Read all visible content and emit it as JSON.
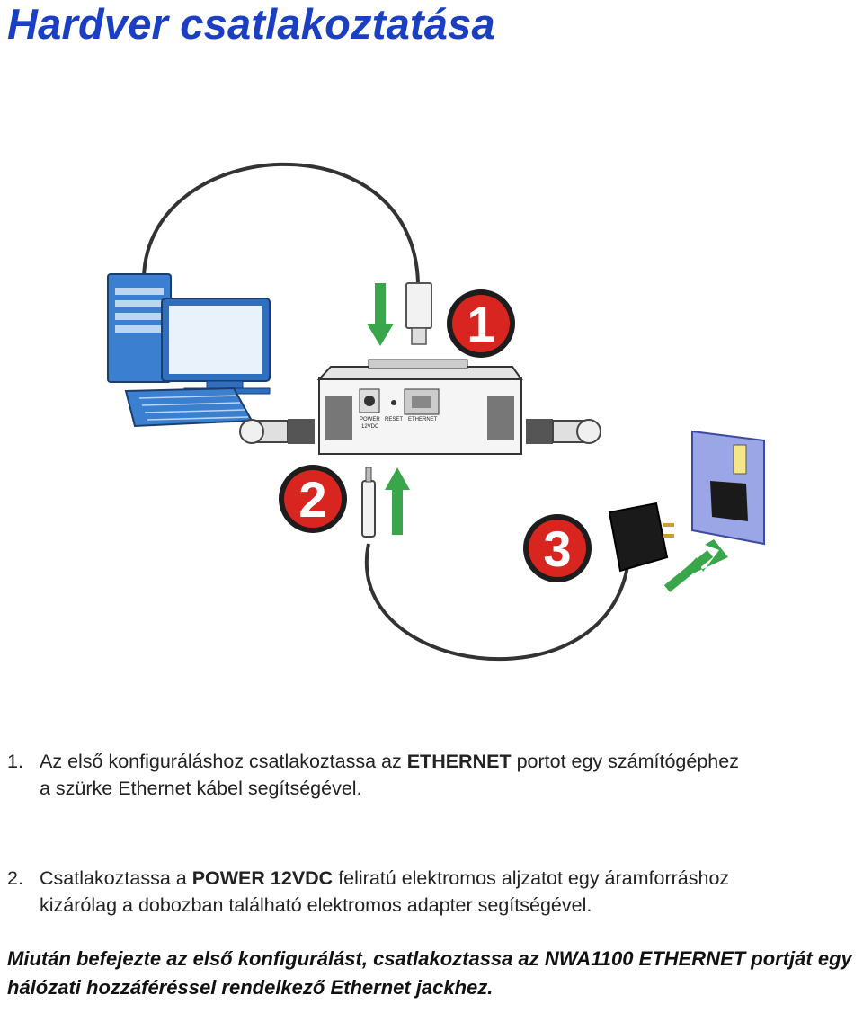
{
  "page": {
    "title": "Hardver csatlakoztatása"
  },
  "diagram": {
    "step_numbers": [
      "1",
      "2",
      "3"
    ],
    "device_labels": {
      "power": "POWER",
      "power_sub": "12VDC",
      "reset": "RESET",
      "ethernet": "ETHERNET"
    }
  },
  "instructions": [
    {
      "number": "1.",
      "text_a": "Az első konfiguráláshoz csatlakoztassa az ",
      "bold": "ETHERNET",
      "text_b": " portot egy számítógéphez",
      "line2": "a szürke Ethernet kábel segítségével."
    },
    {
      "number": "2.",
      "text_a": "Csatlakoztassa a ",
      "bold": "POWER 12VDC",
      "text_b": " feliratú elektromos aljzatot egy áramforráshoz",
      "line2": "kizárólag a dobozban található elektromos adapter segítségével."
    }
  ],
  "note": "Miután befejezte az első konfigurálást, csatlakoztassa az NWA1100 ETHERNET portját egy hálózati hozzáféréssel rendelkező Ethernet jackhez."
}
